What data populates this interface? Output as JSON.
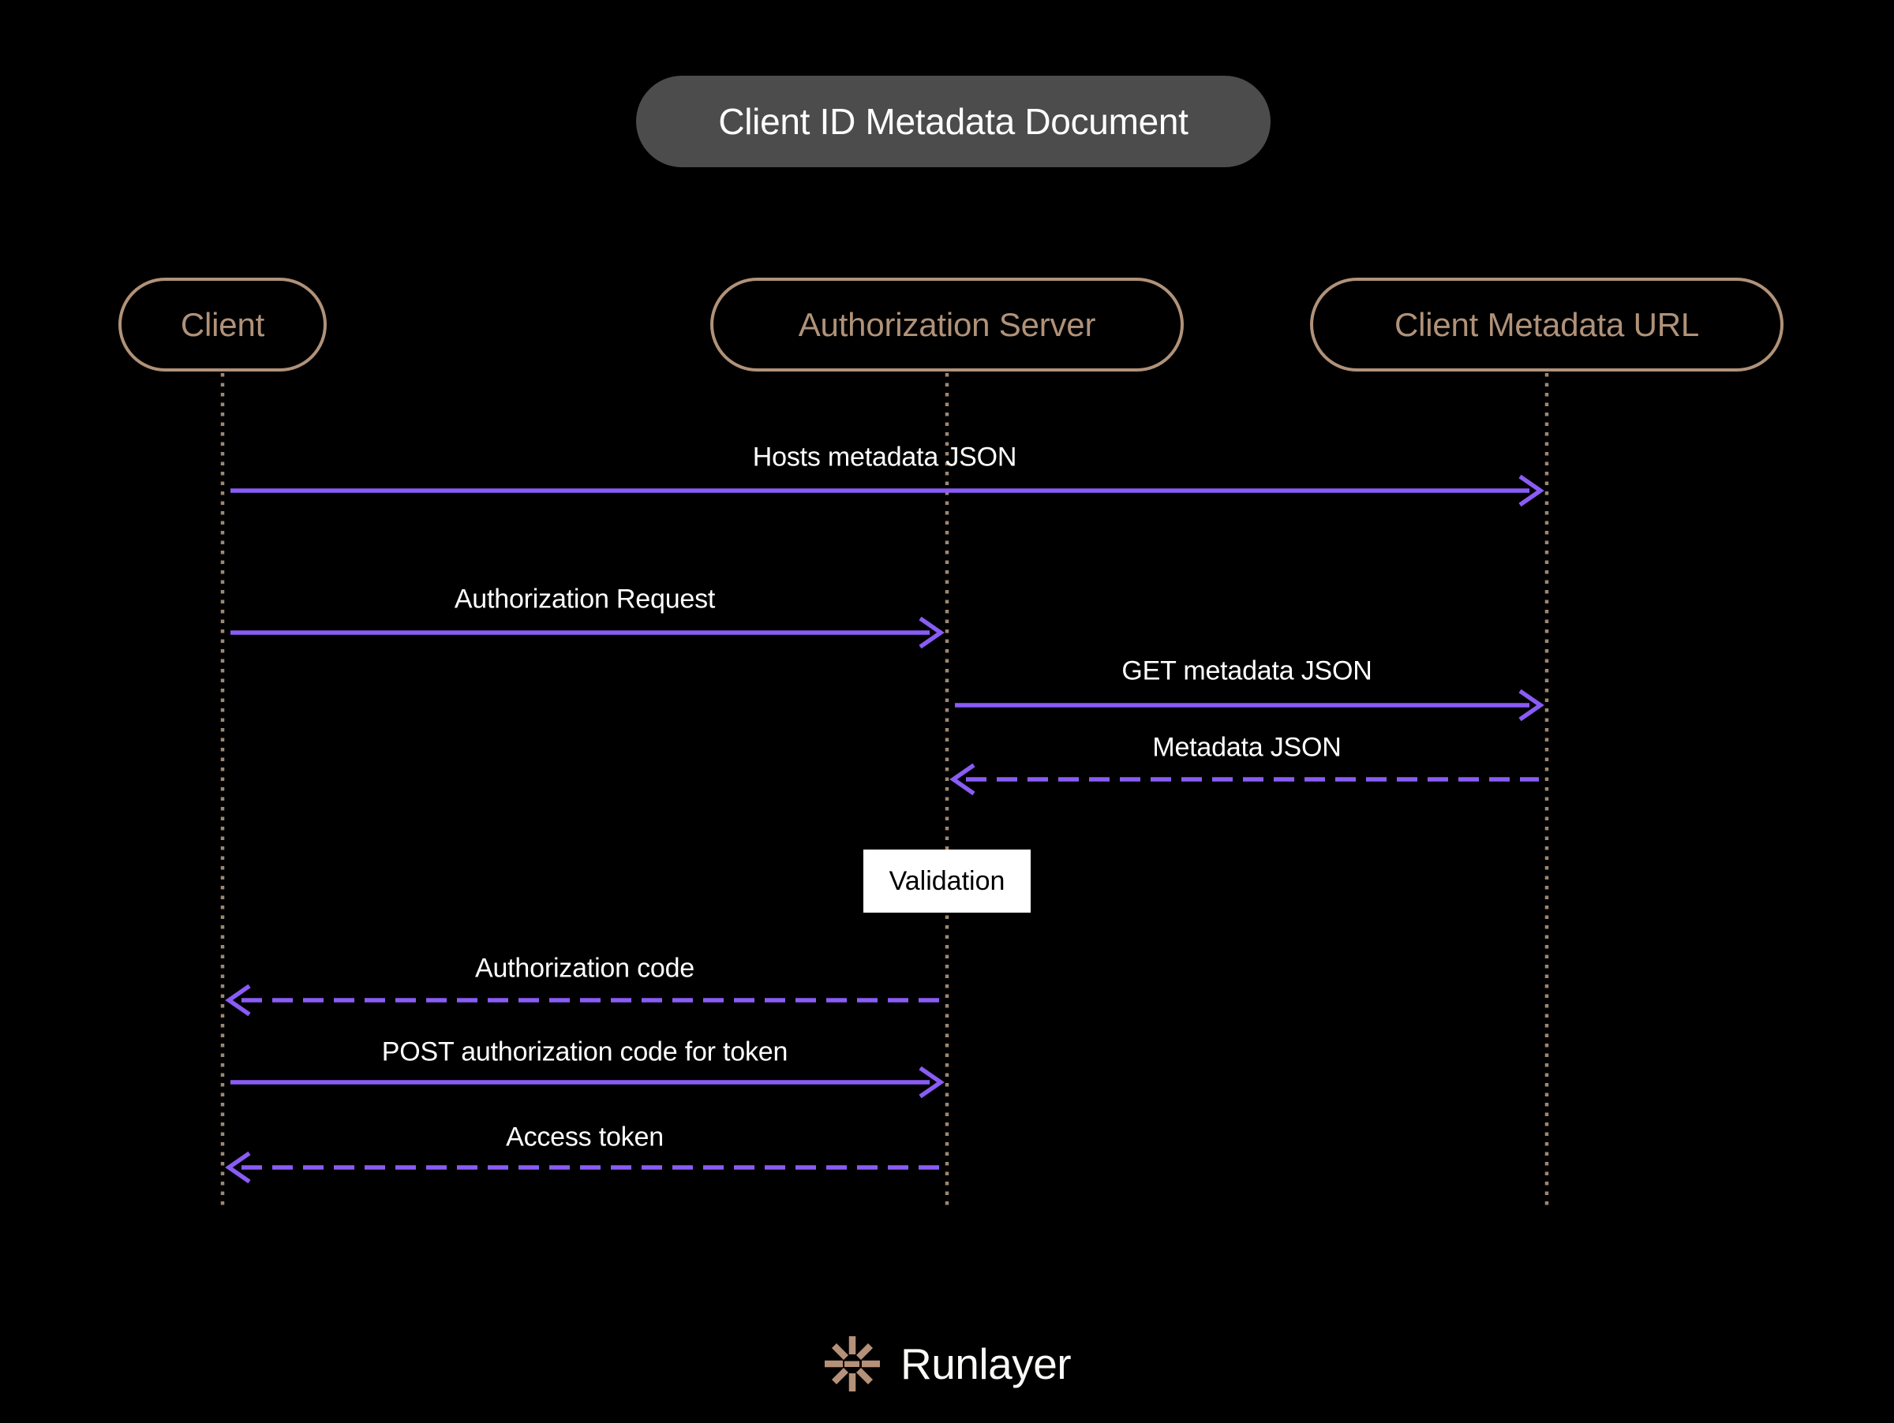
{
  "title": "Client ID Metadata Document",
  "actors": [
    {
      "id": "client",
      "label": "Client"
    },
    {
      "id": "auth-server",
      "label": "Authorization Server"
    },
    {
      "id": "metadata-url",
      "label": "Client Metadata URL"
    }
  ],
  "messages": [
    {
      "label": "Hosts metadata JSON",
      "from": "Client",
      "to": "Client Metadata URL",
      "line": "solid",
      "direction": "right"
    },
    {
      "label": "Authorization Request",
      "from": "Client",
      "to": "Authorization Server",
      "line": "solid",
      "direction": "right"
    },
    {
      "label": "GET metadata JSON",
      "from": "Authorization Server",
      "to": "Client Metadata URL",
      "line": "solid",
      "direction": "right"
    },
    {
      "label": "Metadata JSON",
      "from": "Client Metadata URL",
      "to": "Authorization Server",
      "line": "dashed",
      "direction": "left"
    },
    {
      "label": "Authorization code",
      "from": "Authorization Server",
      "to": "Client",
      "line": "dashed",
      "direction": "left"
    },
    {
      "label": "POST authorization code for token",
      "from": "Client",
      "to": "Authorization Server",
      "line": "solid",
      "direction": "right"
    },
    {
      "label": "Access token",
      "from": "Authorization Server",
      "to": "Client",
      "line": "dashed",
      "direction": "left"
    }
  ],
  "note": {
    "label": "Validation",
    "on": "Authorization Server"
  },
  "footer": {
    "brand": "Runlayer",
    "logo_icon": "starburst-icon"
  },
  "colors": {
    "background": "#000000",
    "arrow_purple": "#8A5CF6",
    "actor_tan": "#B09279",
    "lifeline_tan": "#9D8772",
    "title_pill_bg": "#4C4C4C",
    "title_text": "#FFFFFF",
    "message_text": "#FFFFFF",
    "note_bg": "#FFFFFF",
    "note_text": "#000000",
    "brand_logo_tan": "#B59179",
    "brand_text": "#FAFAF8"
  }
}
